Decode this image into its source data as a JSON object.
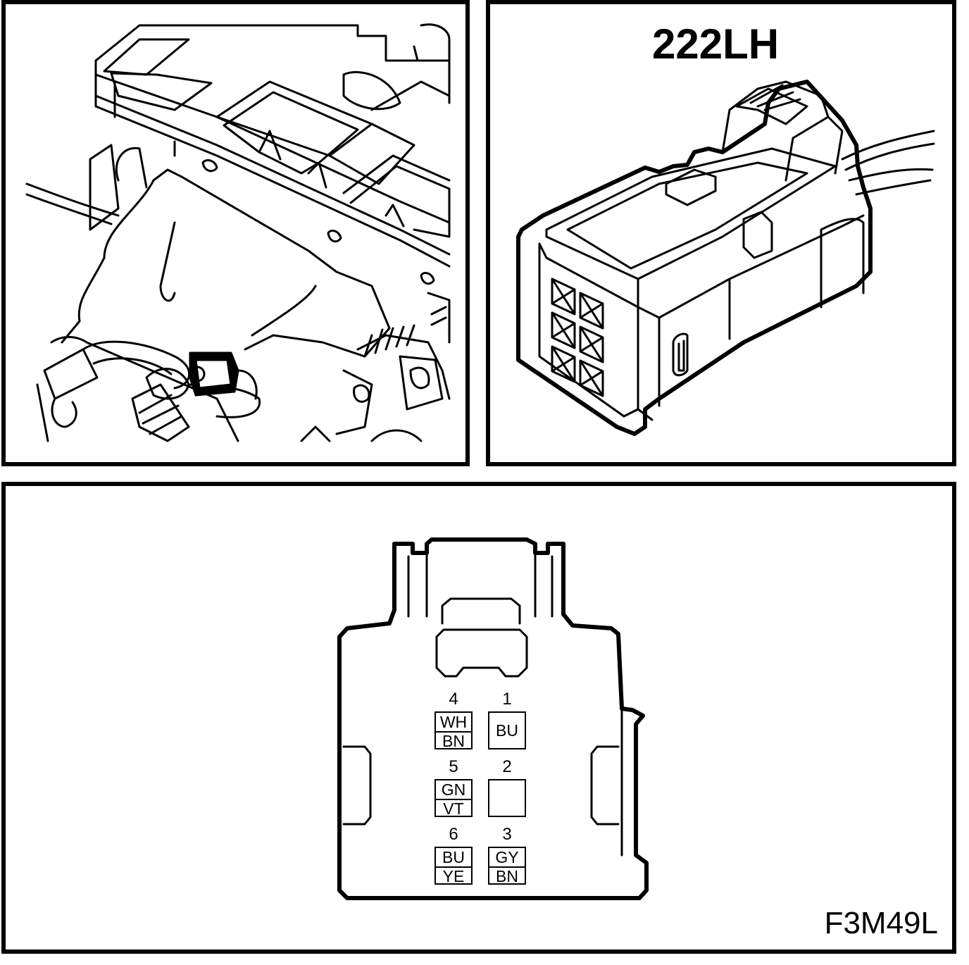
{
  "connector": {
    "id": "222LH"
  },
  "figure": {
    "code": "F3M49L"
  },
  "pins": [
    {
      "number": "4",
      "wires": [
        "WH",
        "BN"
      ]
    },
    {
      "number": "1",
      "wires": [
        "BU"
      ]
    },
    {
      "number": "5",
      "wires": [
        "GN",
        "VT"
      ]
    },
    {
      "number": "2",
      "wires": []
    },
    {
      "number": "6",
      "wires": [
        "BU",
        "YE"
      ]
    },
    {
      "number": "3",
      "wires": [
        "GY",
        "BN"
      ]
    }
  ],
  "colors": {
    "ink": "#000000",
    "paper": "#ffffff"
  }
}
